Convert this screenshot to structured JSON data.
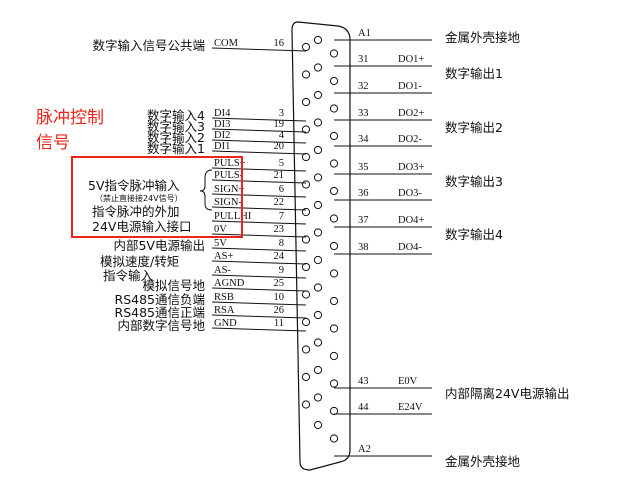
{
  "annotation": {
    "line1": "脉冲控制",
    "line2": "信号",
    "color": "#e8261b"
  },
  "left_pins": [
    {
      "label": "数字输入信号公共端",
      "signal": "COM",
      "pin": "16"
    },
    {
      "label": "数字输入4",
      "signal": "DI4",
      "pin": "3"
    },
    {
      "label": "数字输入3",
      "signal": "DI3",
      "pin": "19"
    },
    {
      "label": "数字输入2",
      "signal": "DI2",
      "pin": "4"
    },
    {
      "label": "数字输入1",
      "signal": "DI1",
      "pin": "20"
    },
    {
      "label": "",
      "signal": "PULS+",
      "pin": "5"
    },
    {
      "label": "",
      "signal": "PULS-",
      "pin": "21"
    },
    {
      "label": "",
      "signal": "SIGN+",
      "pin": "6"
    },
    {
      "label": "",
      "signal": "SIGN-",
      "pin": "22"
    },
    {
      "label": "",
      "signal": "PULLHI",
      "pin": "7"
    },
    {
      "label": "",
      "signal": "0V",
      "pin": "23"
    },
    {
      "label": "内部5V电源输出",
      "signal": "5V",
      "pin": "8"
    },
    {
      "label": "",
      "signal": "AS+",
      "pin": "24"
    },
    {
      "label": "",
      "signal": "AS-",
      "pin": "9"
    },
    {
      "label": "模拟信号地",
      "signal": "AGND",
      "pin": "25"
    },
    {
      "label": "RS485通信负端",
      "signal": "RSB",
      "pin": "10"
    },
    {
      "label": "RS485通信正端",
      "signal": "RSA",
      "pin": "26"
    },
    {
      "label": "内部数字信号地",
      "signal": "GND",
      "pin": "11"
    }
  ],
  "pulse_group": {
    "line1": "5V指令脉冲输入",
    "note": "（禁止直接接24V信号）",
    "line2": "指令脉冲的外加",
    "line3": "24V电源输入接口"
  },
  "analog_group": {
    "line1": "模拟速度/转矩",
    "line2": "指令输入"
  },
  "right_pins": [
    {
      "pin": "A1",
      "signal": "",
      "desc": "金属外壳接地"
    },
    {
      "pin": "31",
      "signal": "DO1+",
      "desc": "数字输出1"
    },
    {
      "pin": "32",
      "signal": "DO1-",
      "desc": ""
    },
    {
      "pin": "33",
      "signal": "DO2+",
      "desc": "数字输出2"
    },
    {
      "pin": "34",
      "signal": "DO2-",
      "desc": ""
    },
    {
      "pin": "35",
      "signal": "DO3+",
      "desc": "数字输出3"
    },
    {
      "pin": "36",
      "signal": "DO3-",
      "desc": ""
    },
    {
      "pin": "37",
      "signal": "DO4+",
      "desc": "数字输出4"
    },
    {
      "pin": "38",
      "signal": "DO4-",
      "desc": ""
    },
    {
      "pin": "43",
      "signal": "E0V",
      "desc": "内部隔离24V电源输出"
    },
    {
      "pin": "44",
      "signal": "E24V",
      "desc": ""
    },
    {
      "pin": "A2",
      "signal": "",
      "desc": "金属外壳接地"
    }
  ]
}
